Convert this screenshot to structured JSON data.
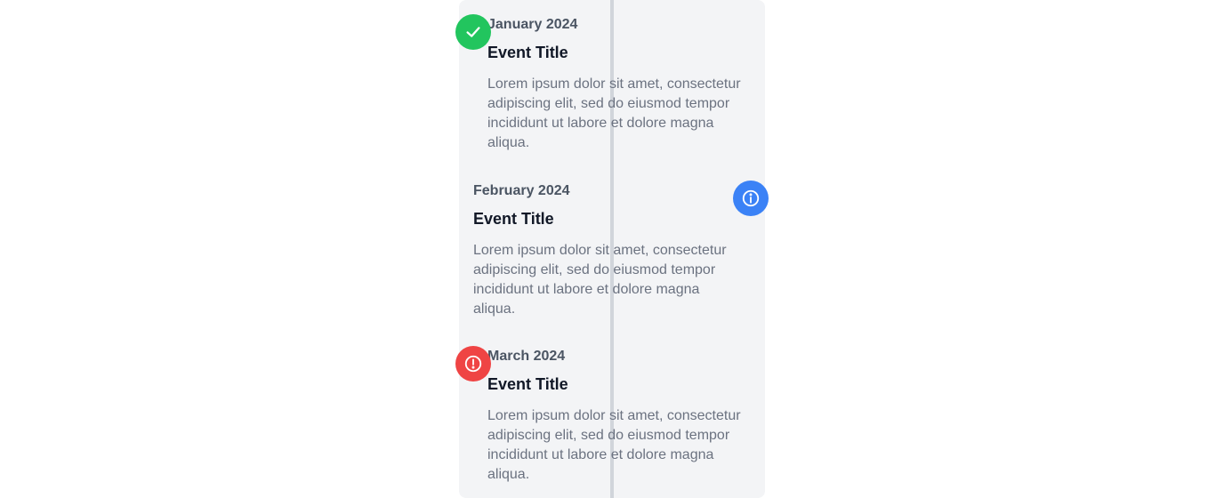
{
  "timeline": {
    "events": [
      {
        "date": "January 2024",
        "title": "Event Title",
        "description": "Lorem ipsum dolor sit amet, consectetur adipiscing elit, sed do eiusmod tempor incididunt ut labore et dolore magna aliqua.",
        "icon": "check-icon",
        "color": "#22c55e"
      },
      {
        "date": "February 2024",
        "title": "Event Title",
        "description": "Lorem ipsum dolor sit amet, consectetur adipiscing elit, sed do eiusmod tempor incididunt ut labore et dolore magna aliqua.",
        "icon": "info-icon",
        "color": "#3b82f6"
      },
      {
        "date": "March 2024",
        "title": "Event Title",
        "description": "Lorem ipsum dolor sit amet, consectetur adipiscing elit, sed do eiusmod tempor incididunt ut labore et dolore magna aliqua.",
        "icon": "alert-icon",
        "color": "#ef4444"
      }
    ]
  }
}
